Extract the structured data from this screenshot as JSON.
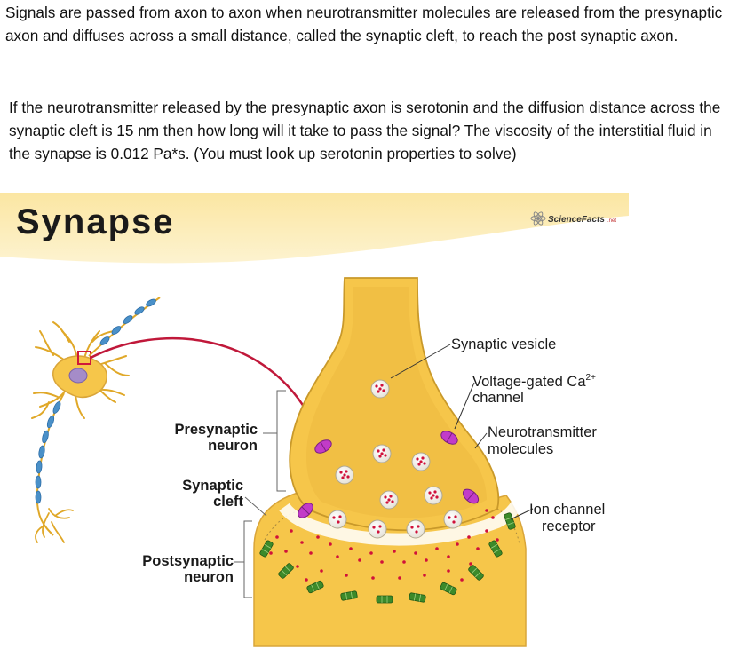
{
  "question": {
    "paragraph1": "Signals are passed from axon to axon when neurotransmitter molecules are released from the presynaptic axon and diffuses across a small distance, called the synaptic cleft, to reach the post synaptic axon.",
    "paragraph2": "If the neurotransmitter released by the presynaptic axon is serotonin and the diffusion distance across the synaptic cleft is 15 nm then how long will it take to pass the signal? The viscosity of the interstitial fluid in the synapse is 0.012 Pa*s. (You must look up serotonin properties to solve)"
  },
  "figure": {
    "title": "Synapse",
    "brand": "ScienceFacts",
    "brand_suffix": ".net",
    "labels": {
      "synaptic_vesicle": "Synaptic vesicle",
      "voltage_gated_line1": "Voltage-gated Ca",
      "voltage_gated_sup": "2+",
      "voltage_gated_line2": "channel",
      "neurotransmitter_line1": "Neurotransmitter",
      "neurotransmitter_line2": "molecules",
      "ion_channel_line1": "Ion channel",
      "ion_channel_line2": "receptor",
      "presynaptic_line1": "Presynaptic",
      "presynaptic_line2": "neuron",
      "synaptic_cleft_line1": "Synaptic",
      "synaptic_cleft_line2": "cleft",
      "postsynaptic_line1": "Postsynaptic",
      "postsynaptic_line2": "neuron"
    },
    "colors": {
      "banner": "#fbe7a6",
      "neuron_fill": "#f6c64a",
      "neuron_stroke": "#c9992a",
      "vesicle": "#f2f0e8",
      "molecule": "#d0103a",
      "calcium_channel": "#c23bc8",
      "receptor": "#3c8a2a",
      "arrow": "#c0183a",
      "myelin": "#4a90c8"
    }
  }
}
